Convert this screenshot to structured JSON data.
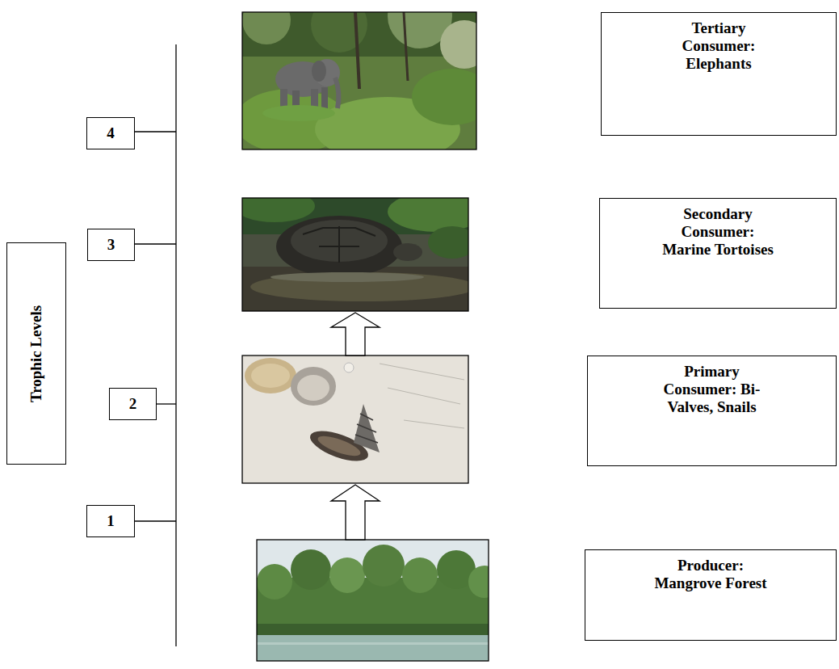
{
  "diagram": {
    "nodes": [
      {
        "text": [
          "Trophic Levels"
        ]
      },
      {
        "text": [
          "4"
        ]
      },
      {
        "text": [
          "Tertiary Consumer: Elephants"
        ]
      },
      {
        "text": [
          "3"
        ]
      },
      {
        "text": [
          "Secondary Consumer: Marine Tortoises"
        ]
      },
      {
        "text": [
          "2"
        ]
      },
      {
        "text": [
          "Primary Consumer: Bi-Valves, Snails"
        ]
      },
      {
        "text": [
          "1"
        ]
      },
      {
        "text": [
          "Producer: Mangrove Forest"
        ]
      }
    ]
  }
}
